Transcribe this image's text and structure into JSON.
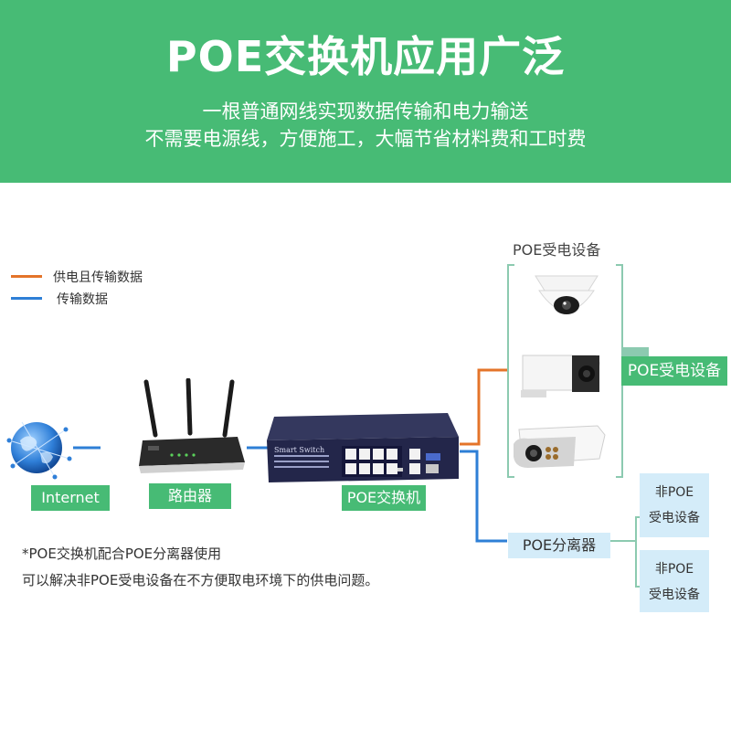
{
  "header": {
    "title": "POE交换机应用广泛",
    "subtitle_line1": "一根普通网线实现数据传输和电力输送",
    "subtitle_line2": "不需要电源线，方便施工，大幅节省材料费和工时费"
  },
  "legend": {
    "items": [
      {
        "label": "供电且传输数据",
        "color": "#e4742a"
      },
      {
        "label": "传输数据",
        "color": "#2e7fd6"
      }
    ]
  },
  "colors": {
    "green": "#47bb75",
    "orange": "#e4742a",
    "blue": "#2e7fd6",
    "light_blue": "#d4ecf9"
  },
  "nodes": {
    "internet": "Internet",
    "router": "路由器",
    "switch": "POE交换机",
    "switch_brand": "Smart Switch",
    "poe_devices_title": "POE受电设备",
    "poe_devices_label": "POE受电设备",
    "splitter": "POE分离器",
    "non_poe_1": {
      "line1": "非POE",
      "line2": "受电设备"
    },
    "non_poe_2": {
      "line1": "非POE",
      "line2": "受电设备"
    }
  },
  "note": {
    "line1": "*POE交换机配合POE分离器使用",
    "line2": "可以解决非POE受电设备在不方便取电环境下的供电问题。"
  }
}
